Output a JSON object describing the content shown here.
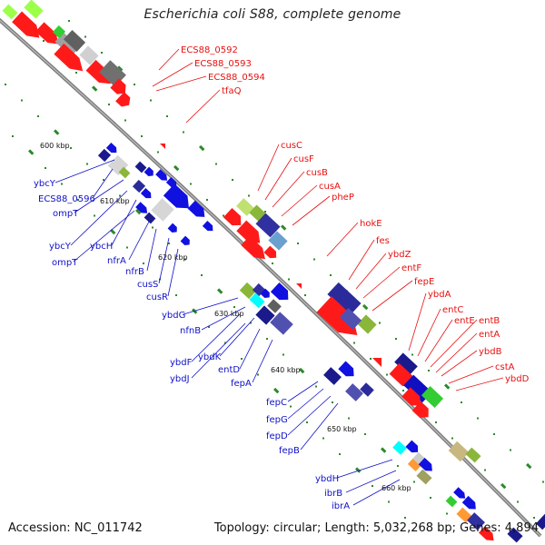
{
  "title": "Escherichia coli S88, complete genome",
  "footer": {
    "accession": "Accession: NC_011742",
    "topology": "Topology: circular; Length: 5,032,268 bp; Genes: 4,894"
  },
  "colors": {
    "backbone": "#8a8a8a",
    "red_gene": "#ff1a1a",
    "blue_gene": "#1010e0",
    "navy_gene": "#1a1a8c",
    "grey_gene": "#808080",
    "olive_gene": "#8ab63a",
    "green_gene": "#33cc33",
    "tick_green": "#2a8a2a",
    "label_blue": "#1010c8",
    "label_red": "#e81010"
  },
  "kbp_marks": [
    "600 kbp",
    "610 kbp",
    "620 kbp",
    "630 kbp",
    "640 kbp",
    "650 kbp",
    "660 kbp"
  ],
  "red_labels": [
    "ECS88_0592",
    "ECS88_0593",
    "ECS88_0594",
    "tfaQ",
    "cusC",
    "cusF",
    "cusB",
    "cusA",
    "pheP",
    "hokE",
    "fes",
    "ybdZ",
    "entF",
    "fepE",
    "ybdA",
    "entC",
    "entE",
    "entB",
    "entA",
    "ybdB",
    "cstA",
    "ybdD"
  ],
  "blue_labels": [
    "ybcY",
    "ECS88_0596",
    "ompT",
    "ybcY",
    "ybcH",
    "ompT",
    "nfrA",
    "nfrB",
    "cusS",
    "cusR",
    "ybdG",
    "nfnB",
    "ybdF",
    "ybdK",
    "ybdJ",
    "entD",
    "fepA",
    "fepC",
    "fepG",
    "fepD",
    "fepB",
    "ybdH",
    "ibrB",
    "ibrA"
  ]
}
